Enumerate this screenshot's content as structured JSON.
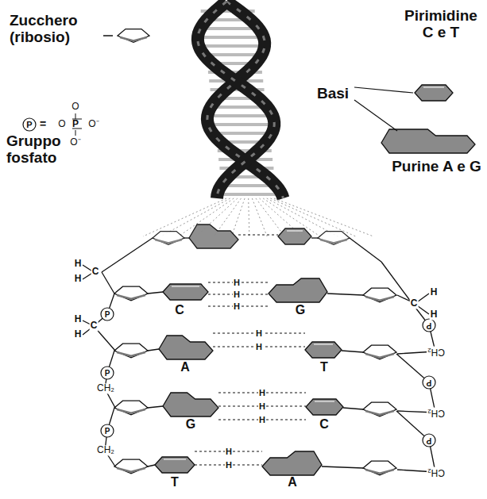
{
  "diagram": {
    "labels": [
      "Zucchero (ribosio)",
      "Gruppo fosfato",
      "P",
      "=",
      "O",
      "O",
      "P",
      "O⁻",
      "O⁻",
      "Pirimidine C e T",
      "Basi",
      "Purine A e G",
      "C",
      "G",
      "A",
      "T",
      "G",
      "C",
      "T",
      "A",
      "H",
      "H",
      "H",
      "H",
      "H",
      "H",
      "H",
      "H",
      "H",
      "H",
      "H",
      "H",
      "C",
      "C",
      "H",
      "H",
      "P",
      "P",
      "P",
      "H",
      "H",
      "C",
      "CH₂",
      "CH₂",
      "P",
      "P",
      "P",
      "CH₂",
      "CH₂",
      "CH₂"
    ]
  }
}
